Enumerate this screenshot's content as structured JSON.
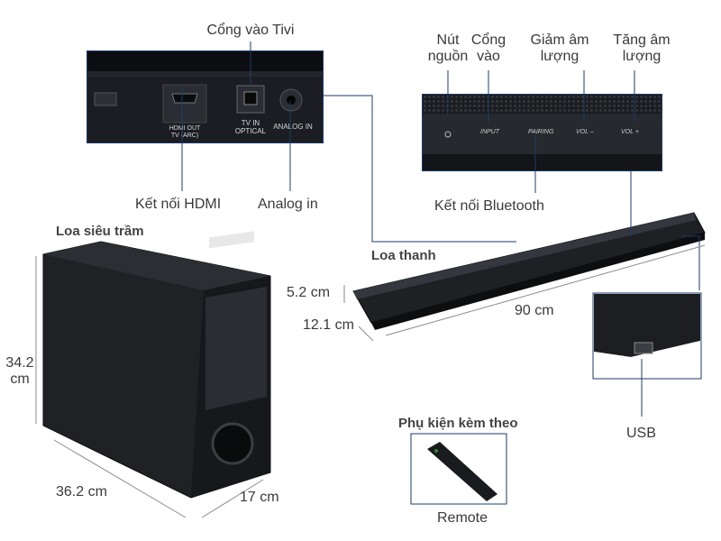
{
  "labels": {
    "tv_port": "Cổng vào Tivi",
    "power_line1": "Nút",
    "power_line2": "nguồn",
    "input_line1": "Cổng",
    "input_line2": "vào",
    "voldown_line1": "Giảm âm",
    "voldown_line2": "lượng",
    "volup_line1": "Tăng âm",
    "volup_line2": "lượng",
    "hdmi": "Kết nối HDMI",
    "analog": "Analog in",
    "bluetooth": "Kết nối Bluetooth",
    "subwoofer": "Loa siêu trầm",
    "soundbar": "Loa thanh",
    "usb": "USB",
    "accessories": "Phụ kiện kèm theo",
    "remote": "Remote"
  },
  "dimensions": {
    "sub_height_line1": "34.2",
    "sub_height_line2": "cm",
    "sub_width": "36.2 cm",
    "sub_depth": "17 cm",
    "bar_height": "5.2 cm",
    "bar_depth": "12.1 cm",
    "bar_length": "90 cm"
  },
  "panel_text": {
    "hdmi_port_line1": "HDMI OUT",
    "hdmi_port_line2": "TV (ARC)",
    "tv_in_line1": "TV IN",
    "tv_in_line2": "OPTICAL",
    "analog_in": "ANALOG IN",
    "btn_input": "INPUT",
    "btn_pairing": "PAIRING",
    "btn_vol_down": "VOL –",
    "btn_vol_up": "VOL +"
  },
  "colors": {
    "leader_line": "#1d3b6b",
    "dimension_line": "#8a8a8a",
    "device_dark": "#121419"
  }
}
